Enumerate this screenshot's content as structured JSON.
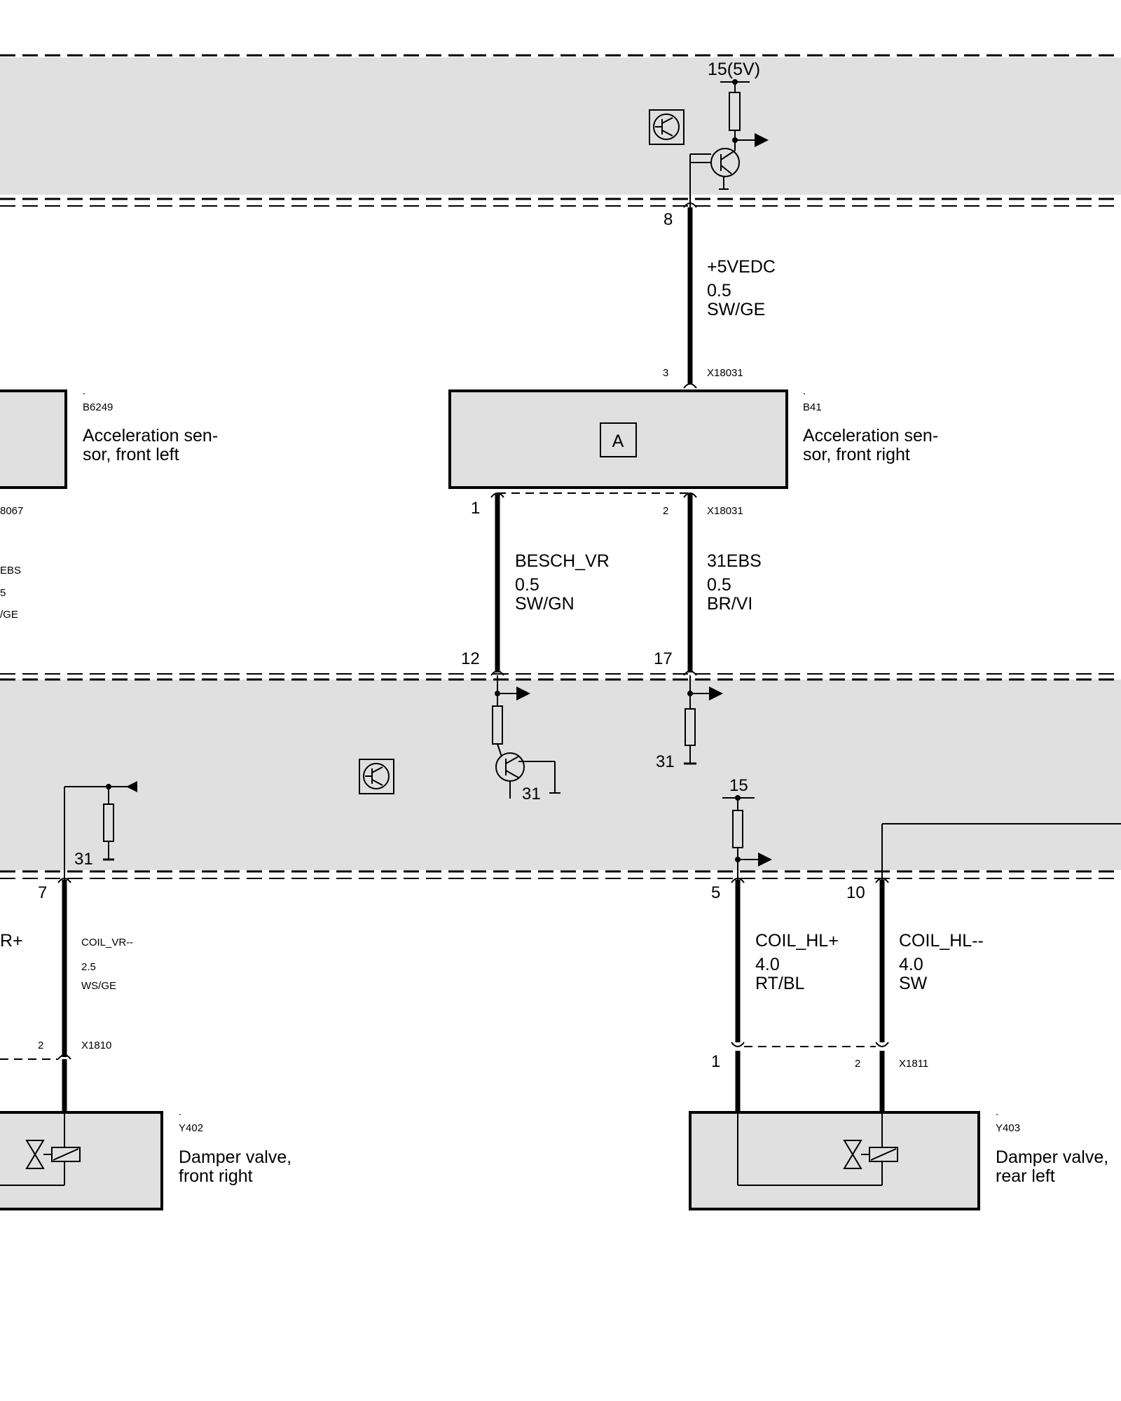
{
  "top_module": {
    "supply_label": "15(5V)",
    "output_pin": "8"
  },
  "wire_5v": {
    "signal": "+5VEDC",
    "gauge": "0.5",
    "color": "SW/GE",
    "connector": "X18031",
    "connector_pin": "3"
  },
  "sensor_fl": {
    "dot": ".",
    "id": "B6249",
    "name_line1": "Acceleration sen-",
    "name_line2": "sor, front left",
    "connector_partial": "8067",
    "signal_partial": "EBS",
    "gauge_partial": "5",
    "color_partial": "/GE"
  },
  "sensor_fr": {
    "dot": ".",
    "id": "B41",
    "name_line1": "Acceleration sen-",
    "name_line2": "sor, front right",
    "box_label": "A",
    "pin_left": "1",
    "pin_right": "2",
    "connector": "X18031"
  },
  "wire_besch": {
    "signal": "BESCH_VR",
    "gauge": "0.5",
    "color": "SW/GN",
    "ecu_pin": "12"
  },
  "wire_31ebs": {
    "signal": "31EBS",
    "gauge": "0.5",
    "color": "BR/VI",
    "ecu_pin": "17"
  },
  "ecu": {
    "ground_label_1": "31",
    "ground_label_2": "31",
    "ground_label_3": "31",
    "supply_label": "15",
    "pin_7": "7",
    "pin_5": "5",
    "pin_10": "10"
  },
  "wire_coil_vr_plus_partial": "R+",
  "wire_coil_vr_minus": {
    "signal": "COIL_VR--",
    "gauge": "2.5",
    "color": "WS/GE",
    "connector": "X1810",
    "connector_pin": "2"
  },
  "wire_coil_hl_plus": {
    "signal": "COIL_HL+",
    "gauge": "4.0",
    "color": "RT/BL",
    "connector_pin": "1"
  },
  "wire_coil_hl_minus": {
    "signal": "COIL_HL--",
    "gauge": "4.0",
    "color": "SW",
    "connector": "X1811",
    "connector_pin": "2"
  },
  "valve_fr": {
    "dot": ".",
    "id": "Y402",
    "name_line1": "Damper valve,",
    "name_line2": "front right"
  },
  "valve_rl": {
    "dot": ".",
    "id": "Y403",
    "name_line1": "Damper valve,",
    "name_line2": "rear left"
  },
  "colors": {
    "module_fill": "#e0e0e0",
    "line": "#000000"
  }
}
